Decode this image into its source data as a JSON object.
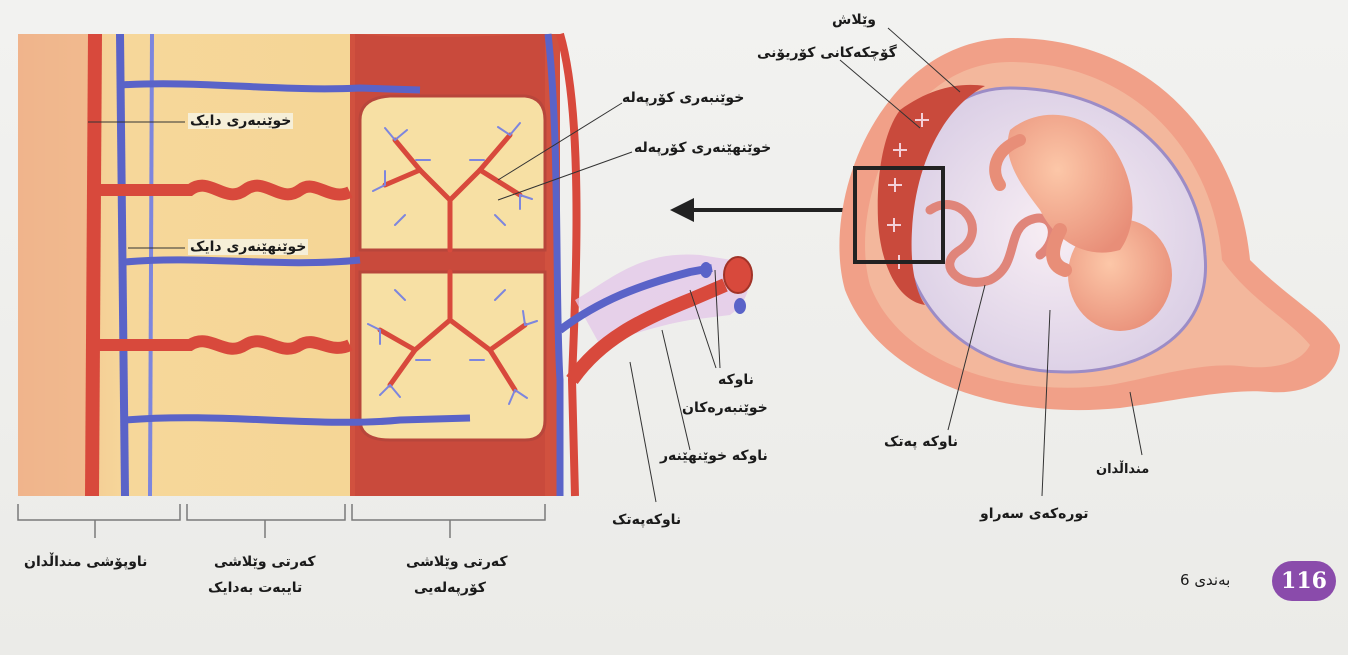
{
  "labels": {
    "placenta": "وێلاش",
    "villi": "گۆچکەکانی کۆریۆنی",
    "fetal_artery": "خوێنبەری کۆرپەلە",
    "fetal_vein": "خوێنهێنەری کۆرپەلە",
    "maternal_artery": "خوێنبەری دایک",
    "maternal_vein": "خوێنهێنەری دایک",
    "umbilical_arteries_1": "ناوکە",
    "umbilical_arteries_2": "خوێنبەرەکان",
    "umbilical_vein": "ناوکە خوێنهێنەر",
    "umbilical_cord_right": "ناوکە پەتک",
    "umbilical_cord_left": "ناوکەپەتک",
    "amniotic_sac": "تورەکەی سەراو",
    "uterus": "منداڵدان",
    "endometrium": "ناوپۆشی منداڵدان",
    "maternal_placenta_1": "کەرتی وێلاشی",
    "maternal_placenta_2": "تایبەت بەدایک",
    "fetal_placenta_1": "کەرتی وێلاشی",
    "fetal_placenta_2": "کۆرپەلەیی"
  },
  "footer": {
    "chapter": "بەندی 6",
    "page_number": "116"
  },
  "colors": {
    "artery": "#d8493c",
    "vein": "#5a63c8",
    "tissue": "#f4d592",
    "placenta_wall": "#c94a3c",
    "badge": "#8a4bab"
  }
}
